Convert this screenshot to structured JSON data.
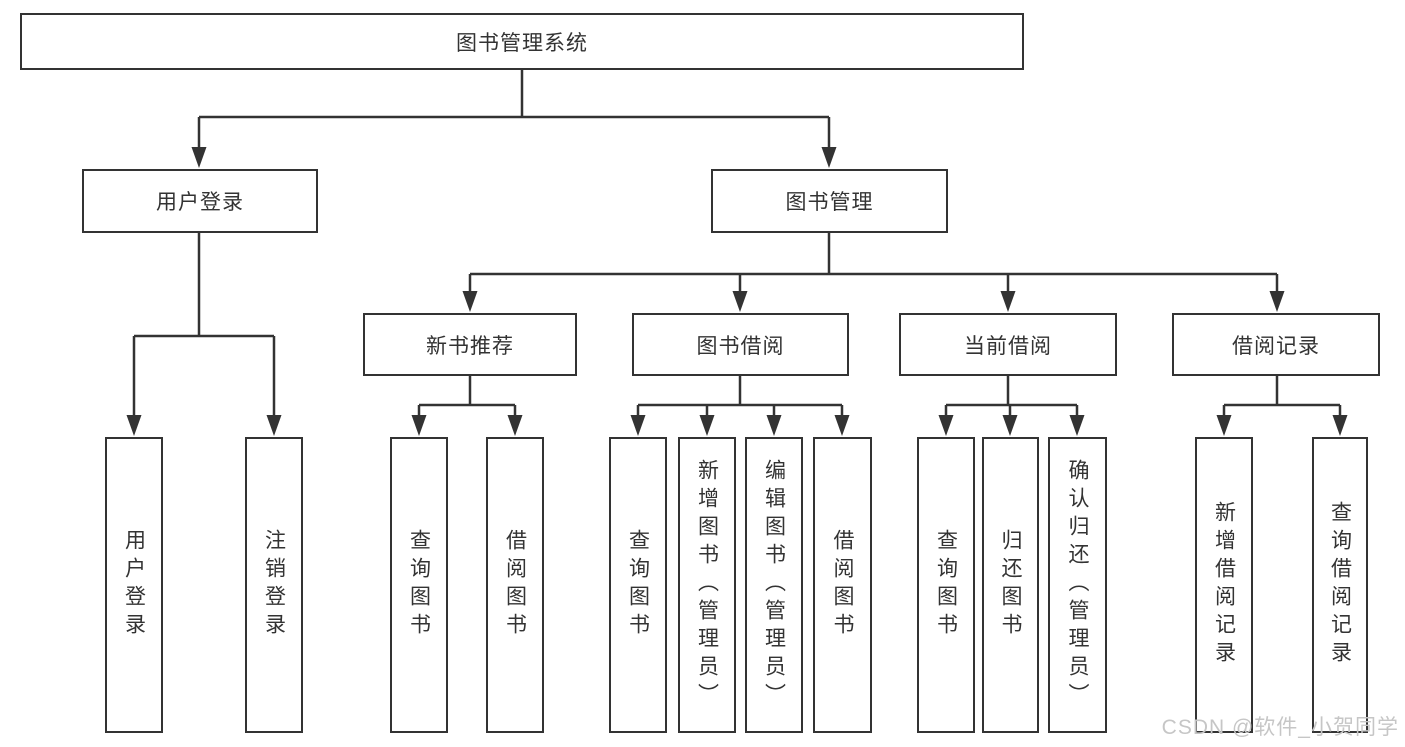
{
  "colors": {
    "line": "#333333",
    "text": "#333333",
    "box_background": "#ffffff",
    "watermark": "#c6c6c6"
  },
  "tree": {
    "label": "图书管理系统",
    "children": [
      {
        "label": "用户登录",
        "children": [
          {
            "label": "用户登录"
          },
          {
            "label": "注销登录"
          }
        ]
      },
      {
        "label": "图书管理",
        "children": [
          {
            "label": "新书推荐",
            "children": [
              {
                "label": "查询图书"
              },
              {
                "label": "借阅图书"
              }
            ]
          },
          {
            "label": "图书借阅",
            "children": [
              {
                "label": "查询图书"
              },
              {
                "label": "新增图书（管理员）"
              },
              {
                "label": "编辑图书（管理员）"
              },
              {
                "label": "借阅图书"
              }
            ]
          },
          {
            "label": "当前借阅",
            "children": [
              {
                "label": "查询图书"
              },
              {
                "label": "归还图书"
              },
              {
                "label": "确认归还（管理员）"
              }
            ]
          },
          {
            "label": "借阅记录",
            "children": [
              {
                "label": "新增借阅记录"
              },
              {
                "label": "查询借阅记录"
              }
            ]
          }
        ]
      }
    ]
  },
  "watermark": "CSDN @软件_小贺同学"
}
